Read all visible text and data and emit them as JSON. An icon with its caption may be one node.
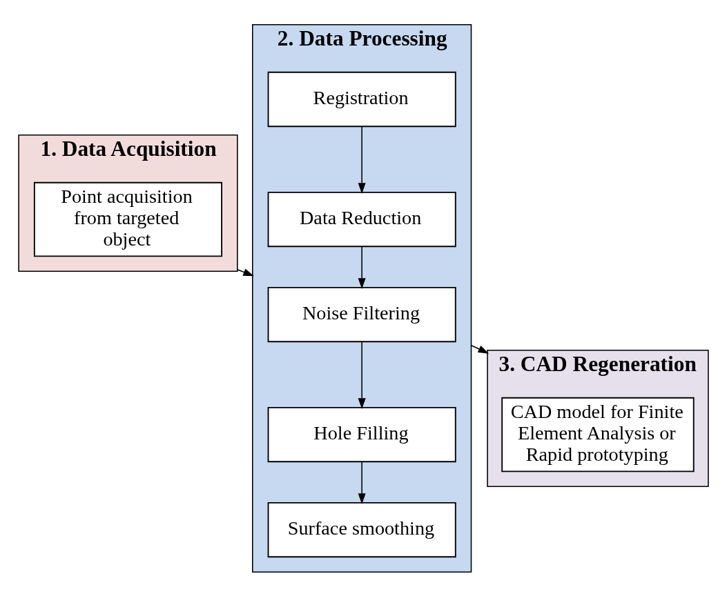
{
  "diagram": {
    "nodes": [
      {
        "text": [
          "1. Data Acquisition"
        ]
      },
      {
        "text": [
          "Point acquisition from targeted object"
        ],
        "in": 0
      },
      {
        "text": [
          "2. Data Processing"
        ]
      },
      {
        "text": [
          "Registration"
        ],
        "in": 2
      },
      {
        "text": [
          "Data Reduction"
        ],
        "in": 2
      },
      {
        "text": [
          "Noise Filtering"
        ],
        "in": 2
      },
      {
        "text": [
          "Hole Filling"
        ],
        "in": 2
      },
      {
        "text": [
          "Surface smoothing"
        ],
        "in": 2
      },
      {
        "text": [
          "3. CAD Regeneration"
        ]
      },
      {
        "text": [
          "CAD model for Finite Element Analysis or Rapid prototyping"
        ],
        "in": 8
      }
    ],
    "edges": [
      {
        "from": 0,
        "to": 2,
        "arrow": "to"
      },
      {
        "from": 3,
        "to": 4,
        "arrow": "to"
      },
      {
        "from": 4,
        "to": 5,
        "arrow": "to"
      },
      {
        "from": 5,
        "to": 6,
        "arrow": "to"
      },
      {
        "from": 6,
        "to": 7,
        "arrow": "to"
      },
      {
        "from": 2,
        "to": 8,
        "arrow": "to"
      }
    ]
  }
}
